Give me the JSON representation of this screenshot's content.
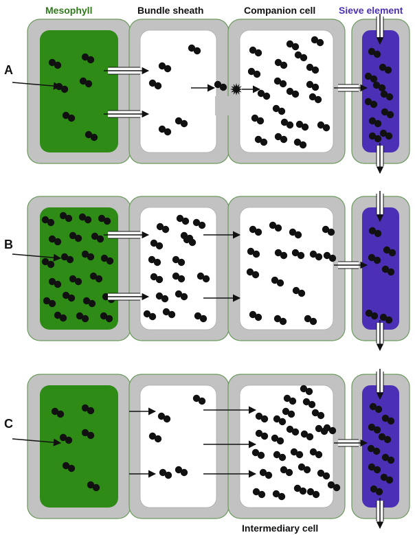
{
  "headers": {
    "mesophyll": "Mesophyll",
    "bundle_sheath": "Bundle sheath",
    "companion_cell": "Companion cell",
    "sieve_element": "Sieve element"
  },
  "rows": [
    {
      "label": "A"
    },
    {
      "label": "B"
    },
    {
      "label": "C"
    }
  ],
  "footer": "Intermediary cell",
  "colors": {
    "mesophyll_fill": "#2e8b16",
    "sieve_fill": "#4b2fb4",
    "wall_gray": "#c2c2c2",
    "wall_outline": "#6a9a5c",
    "header_mesophyll": "#2e7a1a",
    "header_sieve": "#4b2fb4",
    "molecule": "#111111"
  },
  "icons": {
    "molecule": "double-dot-molecule-icon",
    "arrow": "right-arrow-icon",
    "channel": "hollow-channel-arrow-icon",
    "transporter": "starburst-transporter-icon"
  }
}
